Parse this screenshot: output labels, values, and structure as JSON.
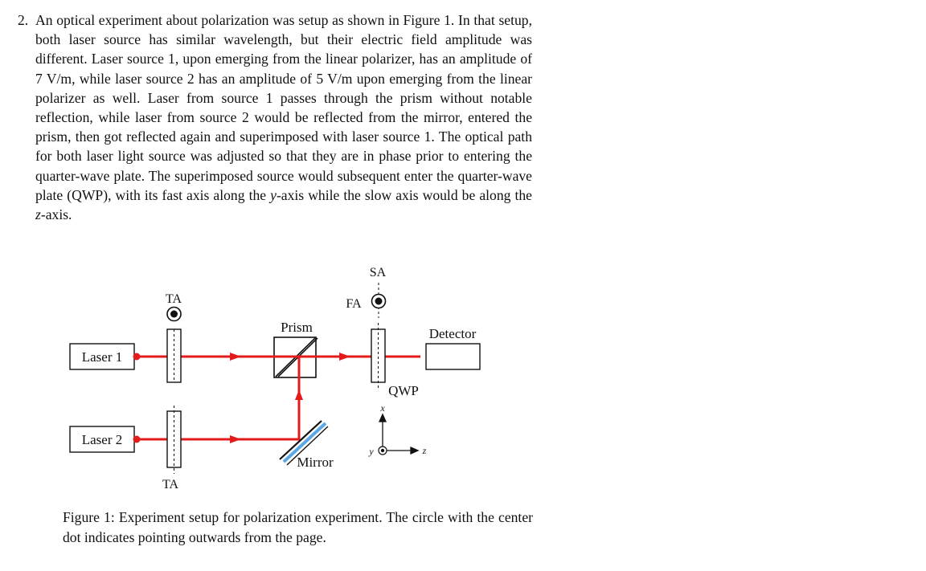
{
  "problem": {
    "number": "2.",
    "text_html": "An optical experiment about polarization was setup as shown in Figure 1. In that setup, both laser source has similar wavelength, but their electric field amplitude was different. Laser source 1, upon emerging from the linear polarizer, has an amplitude of 7 V/m, while laser source 2 has an amplitude of 5 V/m upon emerging from the linear polarizer as well. Laser from source 1 passes through the prism without notable reflection, while laser from source 2 would be reflected from the mirror, entered the prism, then got reflected again and superimposed with laser source 1. The optical path for both laser light source was adjusted so that they are in phase prior to entering the quarter-wave plate. The superimposed source would subsequent enter the quarter-wave plate (QWP), with its fast axis along the <i>y</i>-axis while the slow axis would be along the <i>z</i>-axis."
  },
  "figure": {
    "labels": {
      "laser1": "Laser 1",
      "laser2": "Laser 2",
      "ta_top": "TA",
      "ta_bottom": "TA",
      "prism": "Prism",
      "mirror": "Mirror",
      "sa": "SA",
      "fa": "FA",
      "qwp": "QWP",
      "detector": "Detector",
      "axis_x": "x",
      "axis_y": "y",
      "axis_z": "z"
    },
    "colors": {
      "beam": "#e31b1b",
      "mirror": "#5aa9e6",
      "outline": "#111111"
    }
  },
  "caption": "Figure 1: Experiment setup for polarization experiment. The circle with the center dot indicates pointing outwards from the page."
}
